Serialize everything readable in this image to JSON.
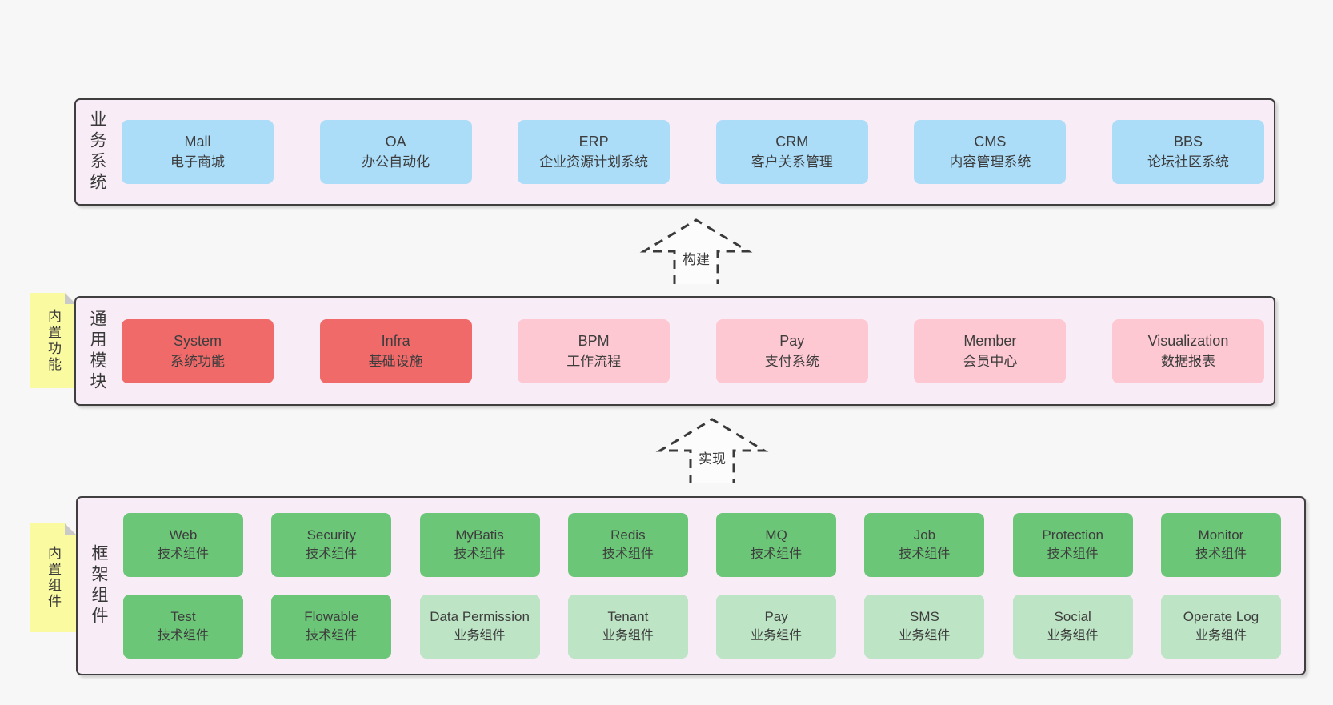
{
  "colors": {
    "page_background": "#f7f7f7",
    "layer_background": "#f8edf6",
    "layer_border": "#3f3f3f",
    "blue_box": "#abdcf8",
    "red_box": "#f16a6a",
    "pink_box": "#fdc8d1",
    "green_box": "#6cc678",
    "lightgreen_box": "#bde5c5",
    "sticky_note": "#fafaa0"
  },
  "layers": {
    "business": {
      "label": "业务系统",
      "boxes": [
        {
          "title": "Mall",
          "subtitle": "电子商城"
        },
        {
          "title": "OA",
          "subtitle": "办公自动化"
        },
        {
          "title": "ERP",
          "subtitle": "企业资源计划系统"
        },
        {
          "title": "CRM",
          "subtitle": "客户关系管理"
        },
        {
          "title": "CMS",
          "subtitle": "内容管理系统"
        },
        {
          "title": "BBS",
          "subtitle": "论坛社区系统"
        }
      ]
    },
    "modules": {
      "label": "通用模块",
      "sticky": "内置功能",
      "boxes": [
        {
          "title": "System",
          "subtitle": "系统功能",
          "variant": "red"
        },
        {
          "title": "Infra",
          "subtitle": "基础设施",
          "variant": "red"
        },
        {
          "title": "BPM",
          "subtitle": "工作流程",
          "variant": "pink"
        },
        {
          "title": "Pay",
          "subtitle": "支付系统",
          "variant": "pink"
        },
        {
          "title": "Member",
          "subtitle": "会员中心",
          "variant": "pink"
        },
        {
          "title": "Visualization",
          "subtitle": "数据报表",
          "variant": "pink"
        }
      ]
    },
    "components": {
      "label": "框架组件",
      "sticky": "内置组件",
      "row1": [
        {
          "title": "Web",
          "subtitle": "技术组件",
          "variant": "green"
        },
        {
          "title": "Security",
          "subtitle": "技术组件",
          "variant": "green"
        },
        {
          "title": "MyBatis",
          "subtitle": "技术组件",
          "variant": "green"
        },
        {
          "title": "Redis",
          "subtitle": "技术组件",
          "variant": "green"
        },
        {
          "title": "MQ",
          "subtitle": "技术组件",
          "variant": "green"
        },
        {
          "title": "Job",
          "subtitle": "技术组件",
          "variant": "green"
        },
        {
          "title": "Protection",
          "subtitle": "技术组件",
          "variant": "green"
        },
        {
          "title": "Monitor",
          "subtitle": "技术组件",
          "variant": "green"
        }
      ],
      "row2": [
        {
          "title": "Test",
          "subtitle": "技术组件",
          "variant": "green"
        },
        {
          "title": "Flowable",
          "subtitle": "技术组件",
          "variant": "green"
        },
        {
          "title": "Data Permission",
          "subtitle": "业务组件",
          "variant": "lightgreen"
        },
        {
          "title": "Tenant",
          "subtitle": "业务组件",
          "variant": "lightgreen"
        },
        {
          "title": "Pay",
          "subtitle": "业务组件",
          "variant": "lightgreen"
        },
        {
          "title": "SMS",
          "subtitle": "业务组件",
          "variant": "lightgreen"
        },
        {
          "title": "Social",
          "subtitle": "业务组件",
          "variant": "lightgreen"
        },
        {
          "title": "Operate Log",
          "subtitle": "业务组件",
          "variant": "lightgreen"
        }
      ]
    }
  },
  "arrows": {
    "build": "构建",
    "implement": "实现"
  }
}
